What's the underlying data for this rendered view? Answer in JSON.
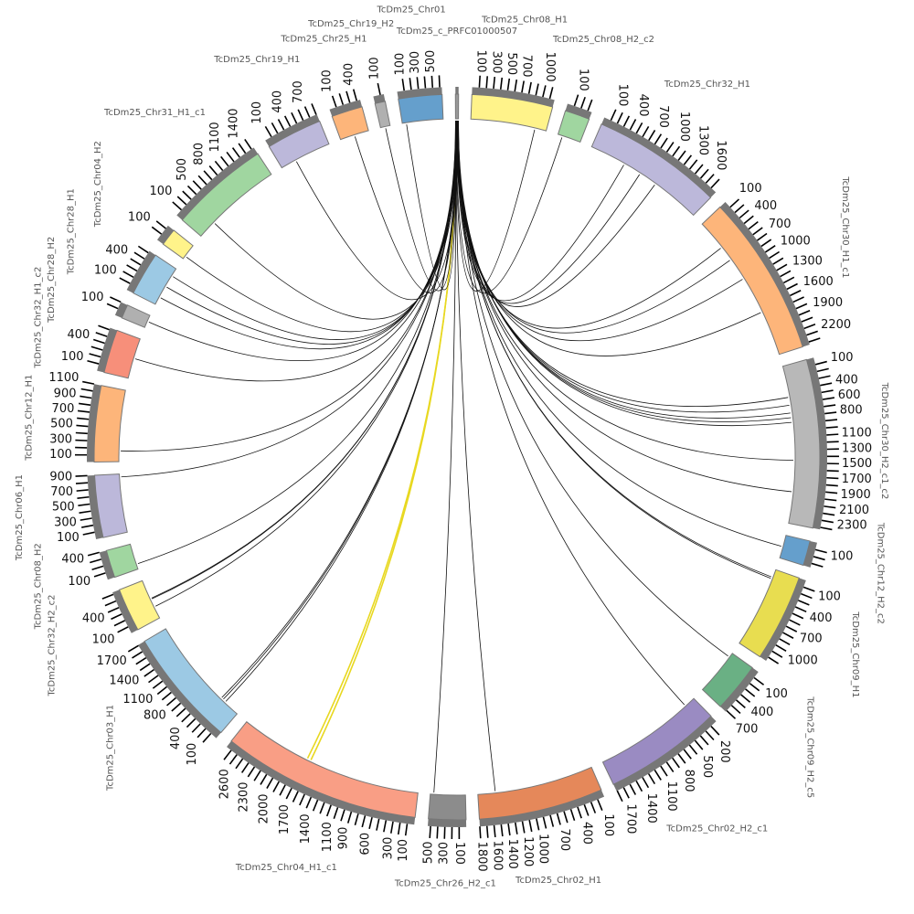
{
  "title": "Circos synteny plot",
  "tick_step_kb": 100,
  "link_color_default": "#111111",
  "sectors": [
    {
      "name": "TcDm25_c_PRFC01000507",
      "length_kb": 45,
      "color": "#999999"
    },
    {
      "name": "TcDm25_Chr08_H1",
      "length_kb": 1170,
      "color": "#fff38a"
    },
    {
      "name": "TcDm25_Chr08_H2_c2",
      "length_kb": 360,
      "color": "#a0d6a0"
    },
    {
      "name": "TcDm25_Chr32_H1",
      "length_kb": 1890,
      "color": "#bcb8da"
    },
    {
      "name": "TcDm25_Chr30_H1_c1",
      "length_kb": 2340,
      "color": "#fdb57a"
    },
    {
      "name": "TcDm25_Chr30_H2_c1_c2",
      "length_kb": 2430,
      "color": "#b8b8b8"
    },
    {
      "name": "TcDm25_Chr12_H2_c2",
      "length_kb": 360,
      "color": "#659fcc"
    },
    {
      "name": "TcDm25_Chr09_H1",
      "length_kb": 1260,
      "color": "#e8dd50"
    },
    {
      "name": "TcDm25_Chr09_H2_c5",
      "length_kb": 720,
      "color": "#6ab084"
    },
    {
      "name": "TcDm25_Chr02_H2_c1",
      "length_kb": 1710,
      "color": "#9a8bc2"
    },
    {
      "name": "TcDm25_Chr02_H1",
      "length_kb": 1800,
      "color": "#e5885a"
    },
    {
      "name": "TcDm25_Chr26_H2_c1",
      "length_kb": 540,
      "color": "#8c8c8c"
    },
    {
      "name": "TcDm25_Chr04_H1_c1",
      "length_kb": 2880,
      "color": "#f99e85"
    },
    {
      "name": "TcDm25_Chr03_H1",
      "length_kb": 1710,
      "color": "#9cc9e4"
    },
    {
      "name": "TcDm25_Chr32_H2_c2",
      "length_kb": 630,
      "color": "#fff38a"
    },
    {
      "name": "TcDm25_Chr08_H2",
      "length_kb": 400,
      "color": "#a0d6a0"
    },
    {
      "name": "TcDm25_Chr06_H1",
      "length_kb": 900,
      "color": "#bcb8da"
    },
    {
      "name": "TcDm25_Chr12_H1",
      "length_kb": 1100,
      "color": "#fdb57a"
    },
    {
      "name": "TcDm25_Chr32_H1_c2",
      "length_kb": 630,
      "color": "#f78f7a"
    },
    {
      "name": "TcDm25_Chr28_H2",
      "length_kb": 200,
      "color": "#b0b0b0"
    },
    {
      "name": "TcDm25_Chr28_H1",
      "length_kb": 630,
      "color": "#9cc9e4"
    },
    {
      "name": "TcDm25_Chr04_H2",
      "length_kb": 250,
      "color": "#fff38a"
    },
    {
      "name": "TcDm25_Chr31_H1_c1",
      "length_kb": 1440,
      "color": "#a0d6a0"
    },
    {
      "name": "TcDm25_Chr19_H1",
      "length_kb": 810,
      "color": "#bcb8da"
    },
    {
      "name": "TcDm25_Chr25_H1",
      "length_kb": 450,
      "color": "#fdb57a"
    },
    {
      "name": "TcDm25_Chr19_H2",
      "length_kb": 150,
      "color": "#b0b0b0"
    },
    {
      "name": "TcDm25_Chr01",
      "length_kb": 630,
      "color": "#659fcc"
    }
  ],
  "links": [
    {
      "source": 0,
      "target": 1,
      "pos": 0.85
    },
    {
      "source": 0,
      "target": 2,
      "pos": 0.2
    },
    {
      "source": 0,
      "target": 3,
      "pos": 0.3
    },
    {
      "source": 0,
      "target": 3,
      "pos": 0.45
    },
    {
      "source": 0,
      "target": 3,
      "pos": 0.6
    },
    {
      "source": 0,
      "target": 4,
      "pos": 0.2
    },
    {
      "source": 0,
      "target": 4,
      "pos": 0.3
    },
    {
      "source": 0,
      "target": 4,
      "pos": 0.45
    },
    {
      "source": 0,
      "target": 4,
      "pos": 0.7
    },
    {
      "source": 0,
      "target": 5,
      "pos": 0.2
    },
    {
      "source": 0,
      "target": 5,
      "pos": 0.25
    },
    {
      "source": 0,
      "target": 5,
      "pos": 0.3
    },
    {
      "source": 0,
      "target": 5,
      "pos": 0.33
    },
    {
      "source": 0,
      "target": 5,
      "pos": 0.36
    },
    {
      "source": 0,
      "target": 5,
      "pos": 0.6
    },
    {
      "source": 0,
      "target": 5,
      "pos": 0.8
    },
    {
      "source": 0,
      "target": 6,
      "pos": 0.5
    },
    {
      "source": 0,
      "target": 7,
      "pos": 0.1
    },
    {
      "source": 0,
      "target": 7,
      "pos": 0.12
    },
    {
      "source": 0,
      "target": 8,
      "pos": 0.1
    },
    {
      "source": 0,
      "target": 9,
      "pos": 0.1
    },
    {
      "source": 0,
      "target": 10,
      "pos": 0.85
    },
    {
      "source": 0,
      "target": 11,
      "pos": 0.9
    },
    {
      "source": 0,
      "target": 12,
      "pos": 0.6,
      "color": "#e8d820"
    },
    {
      "source": 0,
      "target": 12,
      "pos": 0.62,
      "color": "#e8d820"
    },
    {
      "source": 0,
      "target": 13,
      "pos": 0.15
    },
    {
      "source": 0,
      "target": 13,
      "pos": 0.18
    },
    {
      "source": 0,
      "target": 13,
      "pos": 0.2
    },
    {
      "source": 0,
      "target": 14,
      "pos": 0.3
    },
    {
      "source": 0,
      "target": 14,
      "pos": 0.5
    },
    {
      "source": 0,
      "target": 14,
      "pos": 0.52
    },
    {
      "source": 0,
      "target": 15,
      "pos": 0.2
    },
    {
      "source": 0,
      "target": 16,
      "pos": 0.95
    },
    {
      "source": 0,
      "target": 17,
      "pos": 0.15
    },
    {
      "source": 0,
      "target": 18,
      "pos": 0.5
    },
    {
      "source": 0,
      "target": 19,
      "pos": 0.5
    },
    {
      "source": 0,
      "target": 20,
      "pos": 0.2
    },
    {
      "source": 0,
      "target": 20,
      "pos": 0.5
    },
    {
      "source": 0,
      "target": 20,
      "pos": 0.8
    },
    {
      "source": 0,
      "target": 21,
      "pos": 0.2
    },
    {
      "source": 0,
      "target": 22,
      "pos": 0.2
    },
    {
      "source": 0,
      "target": 23,
      "pos": 0.3
    },
    {
      "source": 0,
      "target": 24,
      "pos": 0.5
    },
    {
      "source": 0,
      "target": 25,
      "pos": 0.5
    },
    {
      "source": 0,
      "target": 26,
      "pos": 0.1
    }
  ]
}
